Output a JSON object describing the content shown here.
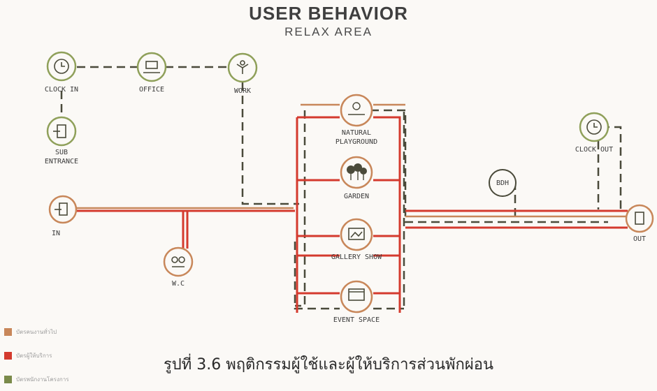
{
  "header": {
    "title": "USER BEHAVIOR",
    "subtitle": "RELAX AREA"
  },
  "nodes": {
    "clock_in": {
      "label": "CLOCK IN",
      "icon": "clock-icon"
    },
    "office": {
      "label": "OFFICE",
      "icon": "desk-icon"
    },
    "work": {
      "label": "WORK",
      "icon": "person-icon"
    },
    "sub_entrance": {
      "label1": "SUB",
      "label2": "ENTRANCE",
      "icon": "door-icon"
    },
    "in": {
      "label": "IN",
      "icon": "door-icon"
    },
    "wc": {
      "label": "W.C",
      "icon": "toilet-icon"
    },
    "natural_playground": {
      "label1": "NATURAL",
      "label2": "PLAYGROUND",
      "icon": "playground-icon"
    },
    "garden": {
      "label": "GARDEN",
      "icon": "tree-icon"
    },
    "gallery_show": {
      "label": "GALLERY SHOW",
      "icon": "gallery-icon"
    },
    "event_space": {
      "label": "EVENT SPACE",
      "icon": "stage-icon"
    },
    "bdh": {
      "label": "BDH"
    },
    "clock_out": {
      "label": "CLOCK OUT",
      "icon": "clock-icon"
    },
    "out": {
      "label": "OUT",
      "icon": "door-icon"
    }
  },
  "legend": [
    {
      "label": "บัตรคนงานทั่วไป",
      "color": "#c8875a"
    },
    {
      "label": "บัตรผู้ให้บริการ",
      "color": "#d43a2e"
    },
    {
      "label": "บัตรพนักงานโครงการ",
      "color": "#7a8a4a"
    }
  ],
  "caption": "รูปที่ 3.6 พฤติกรรมผู้ใช้และผู้ให้บริการส่วนพักผ่อน",
  "colors": {
    "node_outline": "#8fa05a",
    "red_path": "#d43a2e",
    "dashed_path": "#4a4a3a",
    "orange_path": "#c8875a"
  }
}
